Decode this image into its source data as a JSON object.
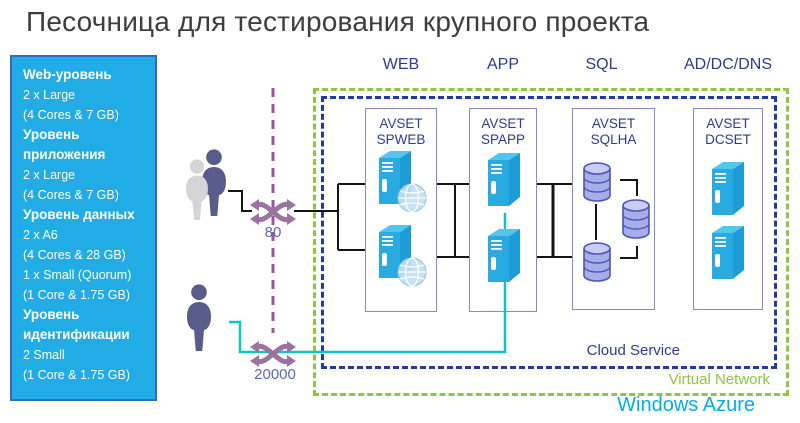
{
  "title": "Песочница для тестирования крупного проекта",
  "spec_box": {
    "lines": [
      {
        "text": "Web-уровень",
        "bold": true
      },
      {
        "text": "2 x Large",
        "bold": false
      },
      {
        "text": "(4 Cores & 7 GB)",
        "bold": false
      },
      {
        "text": "Уровень приложения",
        "bold": true
      },
      {
        "text": "2 x Large",
        "bold": false
      },
      {
        "text": "(4 Cores & 7 GB)",
        "bold": false
      },
      {
        "text": "Уровень данных",
        "bold": true
      },
      {
        "text": "2 x A6",
        "bold": false
      },
      {
        "text": "(4 Cores & 28 GB)",
        "bold": false
      },
      {
        "text": "1 x Small  (Quorum)",
        "bold": false
      },
      {
        "text": "(1 Core & 1.75 GB)",
        "bold": false
      },
      {
        "text": "Уровень идентификации",
        "bold": true
      },
      {
        "text": "2 Small",
        "bold": false
      },
      {
        "text": "(1 Core & 1.75 GB)",
        "bold": false
      }
    ]
  },
  "columns": [
    {
      "header": "WEB",
      "avset_line1": "AVSET",
      "avset_line2": "SPWEB",
      "icon": "web-server-with-globe",
      "vm_count": 2
    },
    {
      "header": "APP",
      "avset_line1": "AVSET",
      "avset_line2": "SPAPP",
      "icon": "server-tower",
      "vm_count": 2
    },
    {
      "header": "SQL",
      "avset_line1": "AVSET",
      "avset_line2": "SQLHA",
      "icon": "database-cylinder",
      "vm_count": 3
    },
    {
      "header": "AD/DC/DNS",
      "avset_line1": "AVSET",
      "avset_line2": "DCSET",
      "icon": "server-tower",
      "vm_count": 2
    }
  ],
  "endpoints": [
    {
      "port": "80",
      "icon": "crossed-arrows-load-balancer",
      "client_icon": "two-person-silhouette"
    },
    {
      "port": "20000",
      "icon": "crossed-arrows-load-balancer",
      "client_icon": "one-person-silhouette"
    }
  ],
  "zones": {
    "cloud_service": "Cloud Service",
    "virtual_network": "Virtual Network",
    "platform": "Windows Azure"
  },
  "colors": {
    "spec_box_fill": "#22ACE5",
    "spec_box_border": "#2B6BC6",
    "dark_blue_text": "#2D3A96",
    "cloud_dash": "#1F3BA6",
    "vnet_dash": "#8DC63F",
    "azure_cyan": "#00AEEF",
    "server_cyan": "#29ABE2",
    "database_fill": "#A7ADE9",
    "load_balancer_purple": "#9A74A1",
    "client_dashed_line": "#A0549C",
    "endpoint_wire_teal": "#0FC4C4",
    "port_label_blue": "#5A67C0",
    "person_dark": "#575C8B",
    "person_gray": "#D5D5D8"
  }
}
